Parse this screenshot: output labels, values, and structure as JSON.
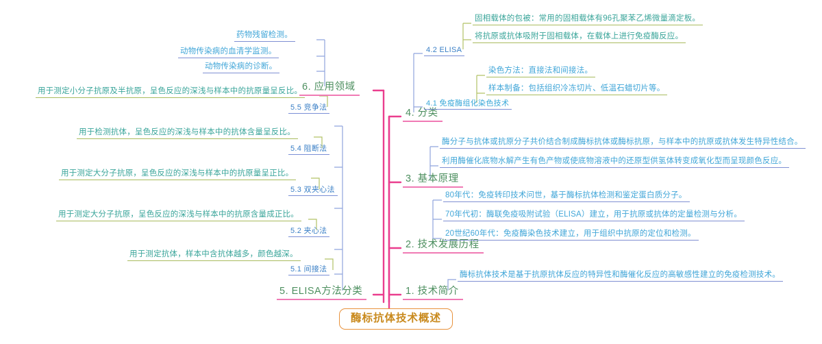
{
  "document": {
    "type": "mindmap",
    "title": "酶标抗体技术概述",
    "colors": {
      "central_text": "#c98a1e",
      "central_border": "#e8923c",
      "trunk": "#ea3d8e",
      "main_branch_text": "#4d8f5f",
      "main_branch_underline": "#f07ab4",
      "level2_text": "#3a7fc6",
      "level2_connector": "#7a8fd6",
      "leaf_text": "#41a6d8",
      "leaf_connector_olive": "#a9bb5e",
      "background": "#ffffff"
    }
  },
  "central": {
    "label": "酶标抗体技术概述"
  },
  "branches": [
    {
      "id": "b1",
      "label": "1. 技术简介",
      "side": "right",
      "children": [
        {
          "label": "酶标抗体技术是基于抗原抗体反应的特异性和酶催化反应的高敏感性建立的免疫检测技术。"
        }
      ]
    },
    {
      "id": "b2",
      "label": "2. 技术发展历程",
      "side": "right",
      "children": [
        {
          "label": "80年代：免疫转印技术问世，基于酶标抗体检测和鉴定蛋白质分子。"
        },
        {
          "label": "70年代初：酶联免疫吸附试验（ELISA）建立，用于抗原或抗体的定量检测与分析。"
        },
        {
          "label": "20世纪60年代：免疫酶染色技术建立，用于组织中抗原的定位和检测。"
        }
      ]
    },
    {
      "id": "b3",
      "label": "3. 基本原理",
      "side": "right",
      "children": [
        {
          "label": "酶分子与抗体或抗原分子共价结合制成酶标抗体或酶标抗原，与样本中的抗原或抗体发生特异性结合。"
        },
        {
          "label": "利用酶催化底物水解产生有色产物或使底物溶液中的还原型供氢体转变成氧化型而呈现颜色反应。"
        }
      ]
    },
    {
      "id": "b4",
      "label": "4. 分类",
      "side": "right",
      "children": [
        {
          "label": "4.1 免疫酶组化染色技术",
          "children": [
            {
              "label": "染色方法：直接法和间接法。"
            },
            {
              "label": "样本制备：包括组织冷冻切片、低温石蜡切片等。"
            }
          ]
        },
        {
          "label": "4.2 ELISA",
          "children": [
            {
              "label": "固相载体的包被：常用的固相载体有96孔聚苯乙烯微量滴定板。"
            },
            {
              "label": "将抗原或抗体吸附于固相载体，在载体上进行免疫酶反应。"
            }
          ]
        }
      ]
    },
    {
      "id": "b5",
      "label": "5. ELISA方法分类",
      "side": "left",
      "children": [
        {
          "label": "5.1 间接法",
          "children": [
            {
              "label": "用于测定抗体，样本中含抗体越多，颜色越深。"
            }
          ]
        },
        {
          "label": "5.2 夹心法",
          "children": [
            {
              "label": "用于测定大分子抗原，呈色反应的深浅与样本中的抗原含量成正比。"
            }
          ]
        },
        {
          "label": "5.3 双夹心法",
          "children": [
            {
              "label": "用于测定大分子抗原，呈色反应的深浅与样本中的抗原量呈正比。"
            }
          ]
        },
        {
          "label": "5.4 阻断法",
          "children": [
            {
              "label": "用于检测抗体，呈色反应的深浅与样本中的抗体含量呈反比。"
            }
          ]
        },
        {
          "label": "5.5 竞争法",
          "children": [
            {
              "label": "用于测定小分子抗原及半抗原，呈色反应的深浅与样本中的抗原量呈反比。"
            }
          ]
        }
      ]
    },
    {
      "id": "b6",
      "label": "6. 应用领域",
      "side": "left",
      "children": [
        {
          "label": "动物传染病的诊断。"
        },
        {
          "label": "动物传染病的血清学监测。"
        },
        {
          "label": "药物残留检测。"
        }
      ]
    }
  ]
}
